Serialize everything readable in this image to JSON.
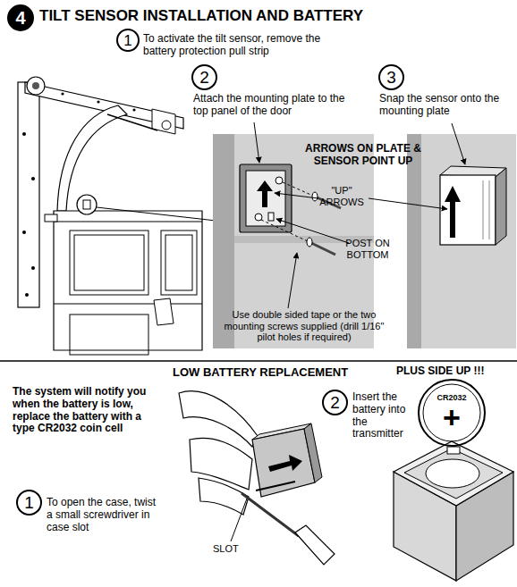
{
  "diagram": {
    "title": "TILT SENSOR INSTALLATION AND BATTERY",
    "nodes": [
      {
        "text": [
          "4"
        ]
      },
      {
        "text": [
          "1"
        ]
      },
      {
        "text": [
          "2"
        ]
      },
      {
        "text": [
          "3"
        ]
      },
      {
        "text": [
          "1"
        ]
      },
      {
        "text": [
          "2"
        ]
      },
      {
        "text": [
          "CR2032",
          "+"
        ]
      }
    ],
    "labels": [
      "To activate the tilt sensor, remove the battery protection pull strip",
      "Attach the mounting plate to the top panel of the door",
      "Snap the sensor onto the mounting plate",
      "ARROWS ON PLATE & SENSOR POINT UP",
      "\"UP\" ARROWS",
      "POST ON BOTTOM",
      "Use double sided tape or the two mounting screws supplied (drill 1/16\" pilot holes if required)",
      "LOW BATTERY REPLACEMENT",
      "PLUS SIDE UP !!!",
      "The system will notify you when the battery is low, replace the battery with a type CR2032 coin cell",
      "To open the case, twist a small screwdriver in case slot",
      "SLOT",
      "Insert the battery into the transmitter"
    ]
  }
}
